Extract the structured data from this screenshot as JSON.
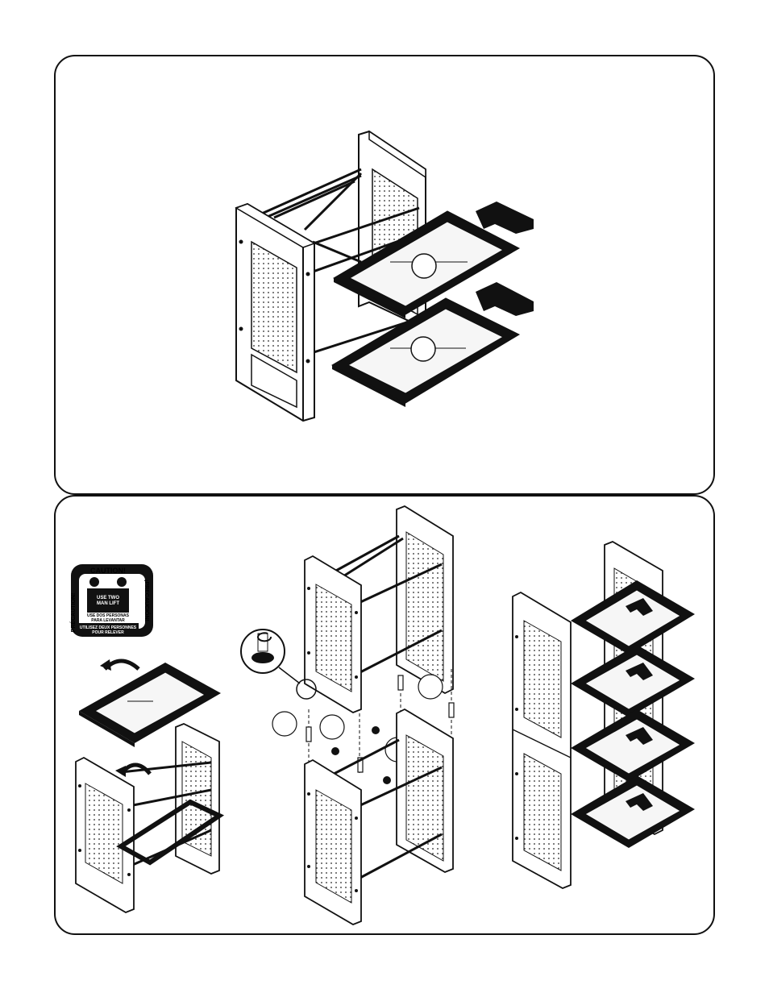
{
  "caution_label": {
    "title": "CAUTION!",
    "left_side": "PRÉCAUTION!",
    "right_side": "¡PRECAUCIÓN!",
    "line1a": "USE TWO",
    "line1b": "MAN LIFT",
    "line2a": "USE DOS PERSONAS",
    "line2b": "PARA LEVANTAR",
    "line3a": "UTILISEZ DEUX PERSONNES",
    "line3b": "POUR RELEVER"
  },
  "colors": {
    "ink": "#111111",
    "paper": "#ffffff",
    "glass_tint": "#f6f6f6"
  }
}
